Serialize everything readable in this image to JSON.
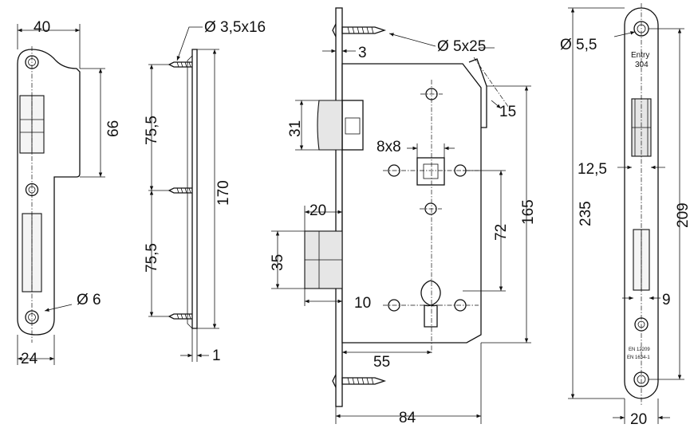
{
  "striker": {
    "width": "40",
    "height": "66",
    "hole_diameter": "Ø 6",
    "edge": "24"
  },
  "side_view": {
    "screw": "Ø 3,5x16",
    "spacing_top": "75,5",
    "spacing_bottom": "75,5",
    "total": "170",
    "thickness": "1"
  },
  "lock_body": {
    "screw": "Ø 5x25",
    "plate": "3",
    "angle": "15",
    "latch_height": "31",
    "spindle": "8x8",
    "bolt_offset": "20",
    "bolt_height": "35",
    "cylinder_offset": "10",
    "center_distance": "72",
    "body_height": "165",
    "backset": "55",
    "body_width": "84"
  },
  "faceplate": {
    "hole_diameter": "Ø 5,5",
    "marking_line1": "Entry",
    "marking_line2": "304",
    "latch_width": "12,5",
    "total_height": "235",
    "screw_distance": "209",
    "bolt_width": "9",
    "standard_line1": "EN 12209",
    "standard_line2": "EN 1634-1",
    "width": "20"
  }
}
